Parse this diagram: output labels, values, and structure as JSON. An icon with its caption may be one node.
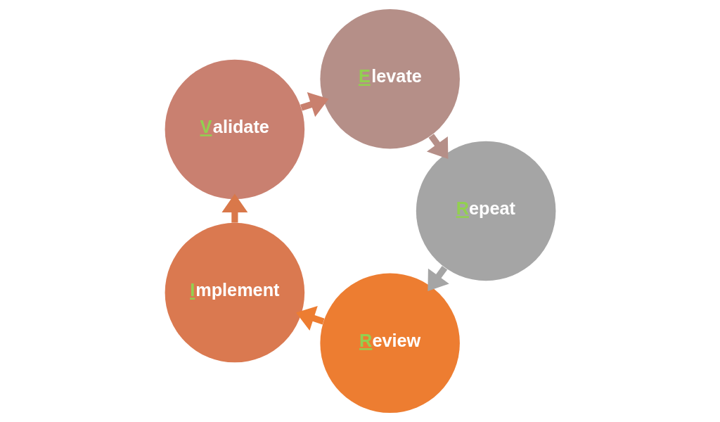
{
  "diagram": {
    "nodes": [
      {
        "text": [
          "Review"
        ]
      },
      {
        "text": [
          "Implement"
        ]
      },
      {
        "text": [
          "Validate"
        ]
      },
      {
        "text": [
          "Elevate"
        ]
      },
      {
        "text": [
          "Repeat"
        ]
      }
    ],
    "edges": [
      {
        "from": 0,
        "to": 1,
        "arrow": "to",
        "color": "#ed7d31"
      },
      {
        "from": 1,
        "to": 2,
        "arrow": "to",
        "color": "#d9784a"
      },
      {
        "from": 2,
        "to": 3,
        "arrow": "to",
        "color": "#c9806e"
      },
      {
        "from": 3,
        "to": 4,
        "arrow": "to",
        "color": "#b58f88"
      },
      {
        "from": 4,
        "to": 0,
        "arrow": "to",
        "color": "#a5a5a5"
      }
    ]
  }
}
